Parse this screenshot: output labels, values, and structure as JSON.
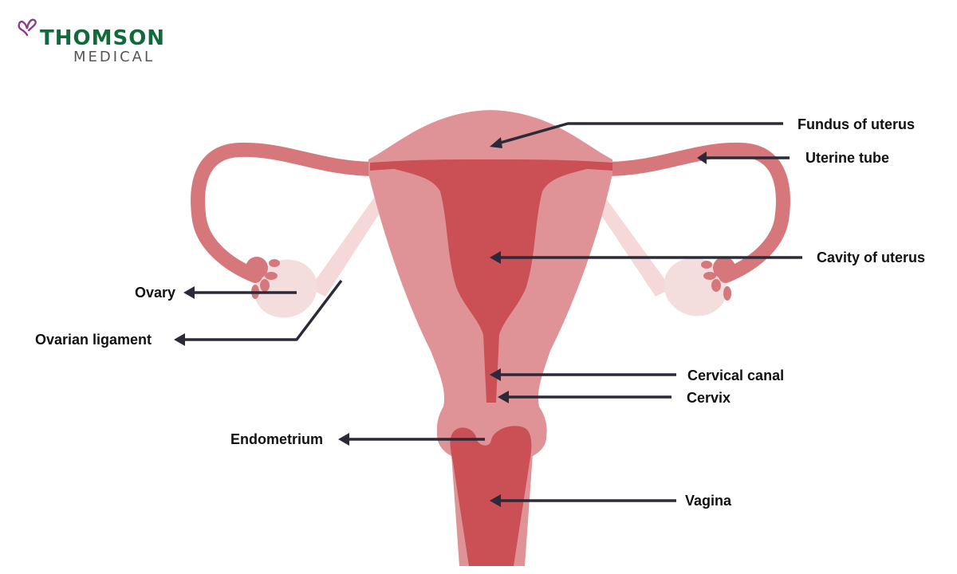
{
  "brand": {
    "name": "THOMSON",
    "sub": "MEDICAL",
    "logo_icon": "butterfly-icon",
    "name_color": "#0f6b3a",
    "sub_color": "#555555",
    "mark_color": "#8a3c8f"
  },
  "colors": {
    "outer_tissue": "#df9396",
    "cavity": "#cb5055",
    "tube": "#d6787b",
    "ligament": "#f5d9d9",
    "ovary": "#f3dddd",
    "leader_line": "#2b2a3a"
  },
  "labels": {
    "fundus": "Fundus of uterus",
    "uterine_tube": "Uterine tube",
    "cavity": "Cavity of uterus",
    "ovary": "Ovary",
    "ovarian_ligament": "Ovarian ligament",
    "cervical_canal": "Cervical canal",
    "cervix": "Cervix",
    "endometrium": "Endometrium",
    "vagina": "Vagina"
  }
}
